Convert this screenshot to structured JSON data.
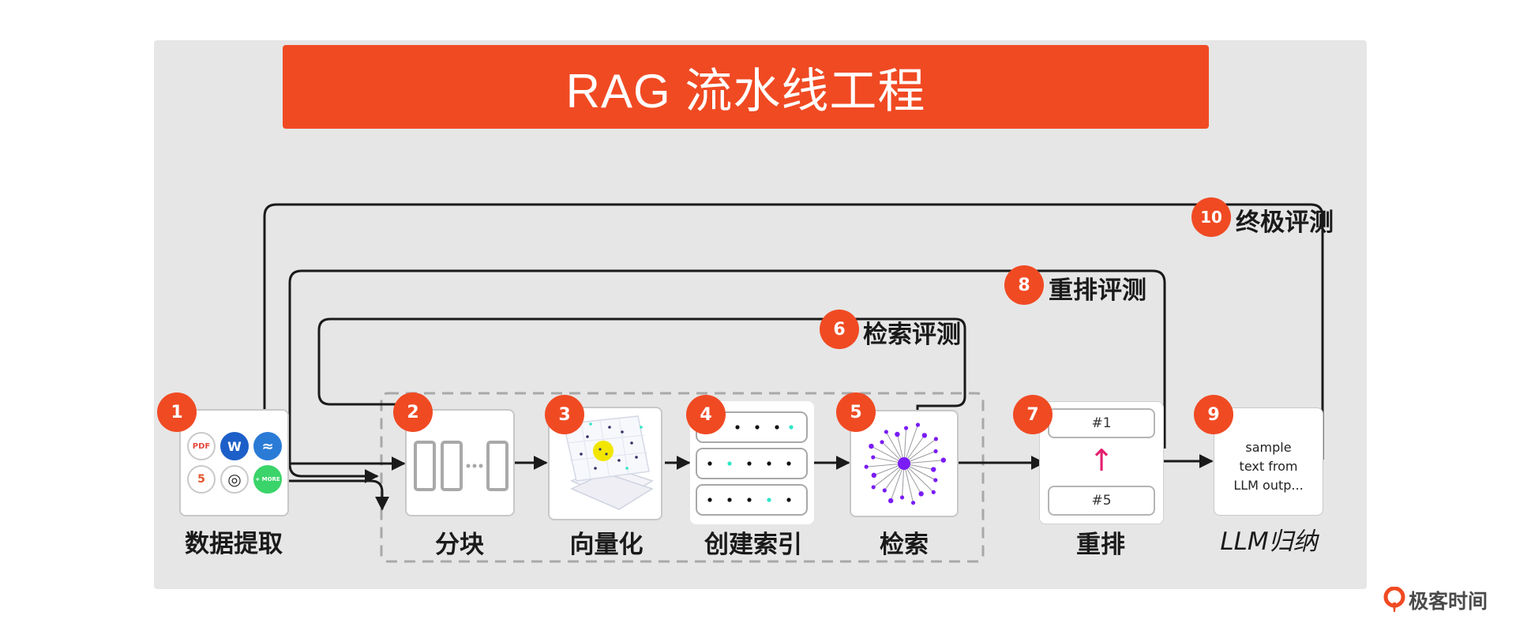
{
  "title": "RAG 流水线工程",
  "nodes": [
    {
      "num": "1",
      "label": "数据提取"
    },
    {
      "num": "2",
      "label": "分块"
    },
    {
      "num": "3",
      "label": "向量化"
    },
    {
      "num": "4",
      "label": "创建索引"
    },
    {
      "num": "5",
      "label": "检索"
    },
    {
      "num": "7",
      "label": "重排"
    },
    {
      "num": "9",
      "label": "LLM归纳"
    }
  ],
  "evaluations": [
    {
      "num": "6",
      "label": "检索评测"
    },
    {
      "num": "8",
      "label": "重排评测"
    },
    {
      "num": "10",
      "label": "终极评测"
    }
  ],
  "extract_icons": [
    {
      "name": "pdf-file-icon",
      "text": "PDF",
      "color": "#e5483c"
    },
    {
      "name": "word-file-icon",
      "text": "W",
      "color": "#1d5fc8"
    },
    {
      "name": "web-file-icon",
      "text": "≈",
      "color": "#2a7bd6"
    },
    {
      "name": "html5-file-icon",
      "text": "5",
      "color": "#e4552d"
    },
    {
      "name": "ring-file-icon",
      "text": "◎",
      "color": "#222222"
    },
    {
      "name": "more-files-icon",
      "text": "+ MORE",
      "color": "#3bd46a"
    }
  ],
  "rerank": {
    "top": "#1",
    "bottom": "#5",
    "arrow": "↑"
  },
  "llm_output": {
    "lines": [
      "sample",
      "text from",
      "LLM outp..."
    ]
  },
  "logo": {
    "text": "极客时间"
  },
  "colors": {
    "accent": "#f04a23",
    "panel": "#e6e6e6",
    "line": "#1a1a1a",
    "retrieval_node": "#7a1cf5",
    "highlight_dot": "#2ee6c8",
    "focus_dot": "#f2e600",
    "rerank_arrow": "#e5206e"
  }
}
